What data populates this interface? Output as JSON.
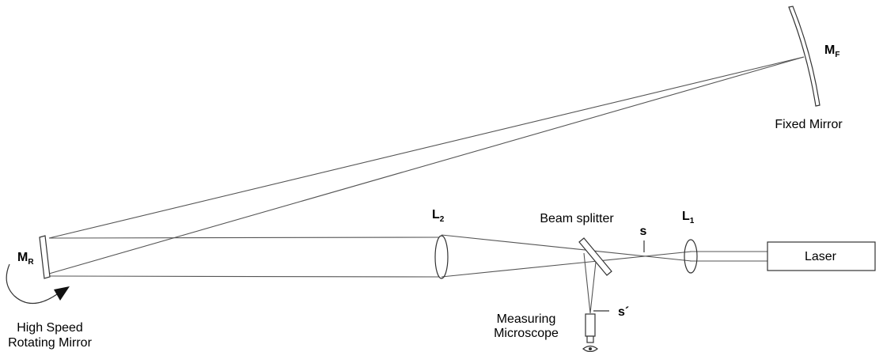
{
  "components": {
    "fixed_mirror": {
      "symbol": "M",
      "subscript": "F",
      "caption": "Fixed Mirror"
    },
    "rotating_mirror": {
      "symbol": "M",
      "subscript": "R",
      "caption_line1": "High Speed",
      "caption_line2": "Rotating Mirror"
    },
    "lens_2": {
      "symbol": "L",
      "subscript": "2"
    },
    "lens_1": {
      "symbol": "L",
      "subscript": "1"
    },
    "beam_splitter": {
      "caption": "Beam splitter"
    },
    "laser": {
      "caption": "Laser"
    },
    "microscope": {
      "caption_line1": "Measuring",
      "caption_line2": "Microscope"
    },
    "source_point": {
      "label": "s"
    },
    "image_point": {
      "label": "s´"
    }
  },
  "colors": {
    "beam": "#555555",
    "outline": "#333333",
    "text": "#000000"
  }
}
